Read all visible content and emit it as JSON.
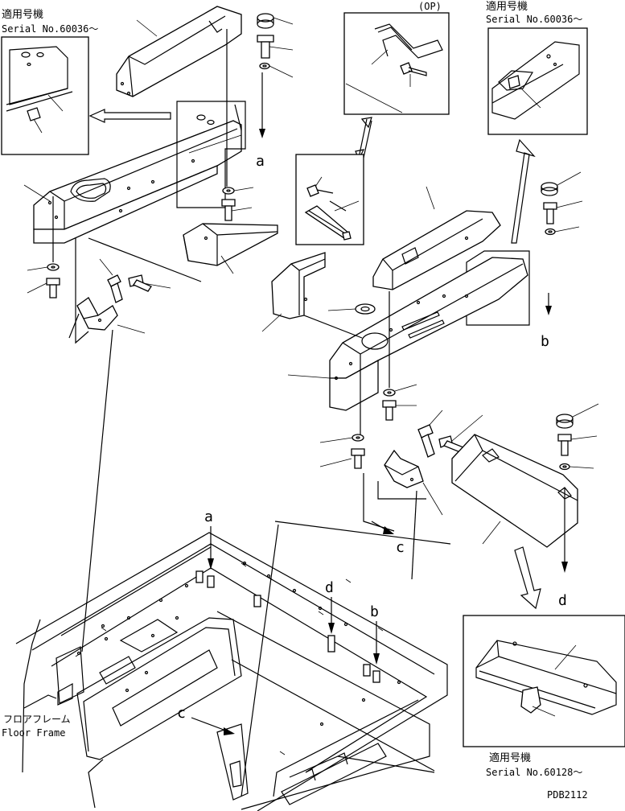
{
  "inset_top_left": {
    "label_jp": "適用号機",
    "label_serial": "Serial No.60036～"
  },
  "inset_top_center": {
    "label": "(OP)"
  },
  "inset_top_right": {
    "label_jp": "適用号機",
    "label_serial": "Serial No.60036～"
  },
  "inset_bottom_right": {
    "label_jp": "適用号機",
    "label_serial": "Serial No.60128～"
  },
  "callouts": {
    "a": "a",
    "b": "b",
    "c": "c",
    "d": "d"
  },
  "floor_frame": {
    "label_jp": "フロアフレーム",
    "label_en": "Floor Frame"
  },
  "drawing_code": "PDB2112"
}
